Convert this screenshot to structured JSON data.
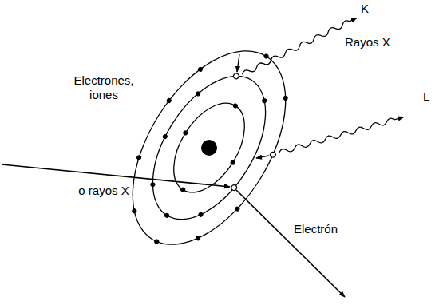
{
  "diagram": {
    "labels": [
      "K",
      "Rayos X",
      "L",
      "Electrones, iones",
      "o rayos X",
      "Electrón"
    ]
  }
}
